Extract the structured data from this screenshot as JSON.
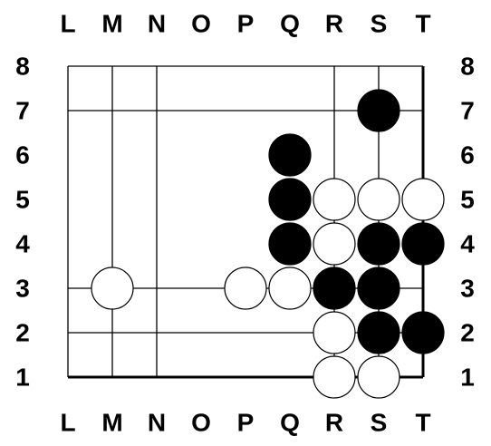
{
  "board": {
    "columns": [
      "L",
      "M",
      "N",
      "O",
      "P",
      "Q",
      "R",
      "S",
      "T"
    ],
    "rows": [
      "8",
      "7",
      "6",
      "5",
      "4",
      "3",
      "2",
      "1"
    ],
    "visible_lines": {
      "vertical": [
        "L",
        "M",
        "N",
        "R",
        "S",
        "T"
      ],
      "horizontal": [
        "8",
        "7",
        "3",
        "2",
        "1"
      ]
    },
    "edges": {
      "bottom": "1",
      "right": "T"
    },
    "colors": {
      "black": "#000000",
      "white": "#ffffff",
      "line": "#000000"
    },
    "stones": [
      {
        "col": "S",
        "row": "7",
        "color": "black"
      },
      {
        "col": "Q",
        "row": "6",
        "color": "black"
      },
      {
        "col": "Q",
        "row": "5",
        "color": "black"
      },
      {
        "col": "R",
        "row": "5",
        "color": "white"
      },
      {
        "col": "S",
        "row": "5",
        "color": "white"
      },
      {
        "col": "T",
        "row": "5",
        "color": "white"
      },
      {
        "col": "Q",
        "row": "4",
        "color": "black"
      },
      {
        "col": "R",
        "row": "4",
        "color": "white"
      },
      {
        "col": "S",
        "row": "4",
        "color": "black"
      },
      {
        "col": "T",
        "row": "4",
        "color": "black"
      },
      {
        "col": "M",
        "row": "3",
        "color": "white"
      },
      {
        "col": "P",
        "row": "3",
        "color": "white"
      },
      {
        "col": "Q",
        "row": "3",
        "color": "white"
      },
      {
        "col": "R",
        "row": "3",
        "color": "black"
      },
      {
        "col": "S",
        "row": "3",
        "color": "black"
      },
      {
        "col": "R",
        "row": "2",
        "color": "white"
      },
      {
        "col": "S",
        "row": "2",
        "color": "black"
      },
      {
        "col": "T",
        "row": "2",
        "color": "black"
      },
      {
        "col": "R",
        "row": "1",
        "color": "white"
      },
      {
        "col": "S",
        "row": "1",
        "color": "white"
      }
    ]
  }
}
